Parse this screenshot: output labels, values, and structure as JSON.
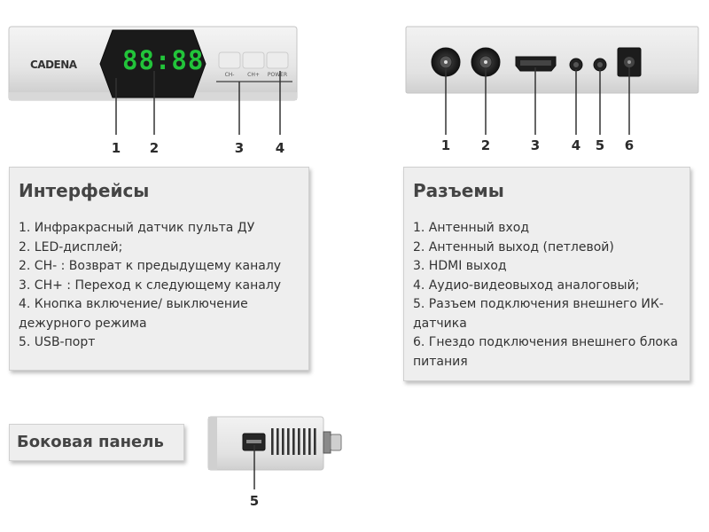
{
  "device_front": {
    "brand": "CADENA",
    "display": "88:88",
    "button_labels": [
      "CH-",
      "CH+",
      "POWER"
    ],
    "callouts": [
      "1",
      "2",
      "3",
      "4"
    ]
  },
  "device_rear": {
    "callouts": [
      "1",
      "2",
      "3",
      "4",
      "5",
      "6"
    ]
  },
  "interfaces": {
    "title": "Интерфейсы",
    "items": [
      "1. Инфракрасный датчик пульта ДУ",
      "2. LED-дисплей;",
      "2. CH- : Возврат к предыдущему каналу",
      "3. CH+ : Переход к следующему каналу",
      "4. Кнопка включение/ выключение",
      "дежурного режима",
      "5. USB-порт"
    ]
  },
  "connectors": {
    "title": "Разъемы",
    "items": [
      "1. Антенный вход",
      "2. Антенный выход (петлевой)",
      "3. HDMI выход",
      "4. Аудио-видеовыход аналоговый;",
      "5. Разъем подключения внешнего ИК-",
      "датчика",
      "6. Гнездо подключения внешнего блока",
      "питания"
    ]
  },
  "side_panel": {
    "label": "Боковая панель",
    "callout": "5"
  }
}
